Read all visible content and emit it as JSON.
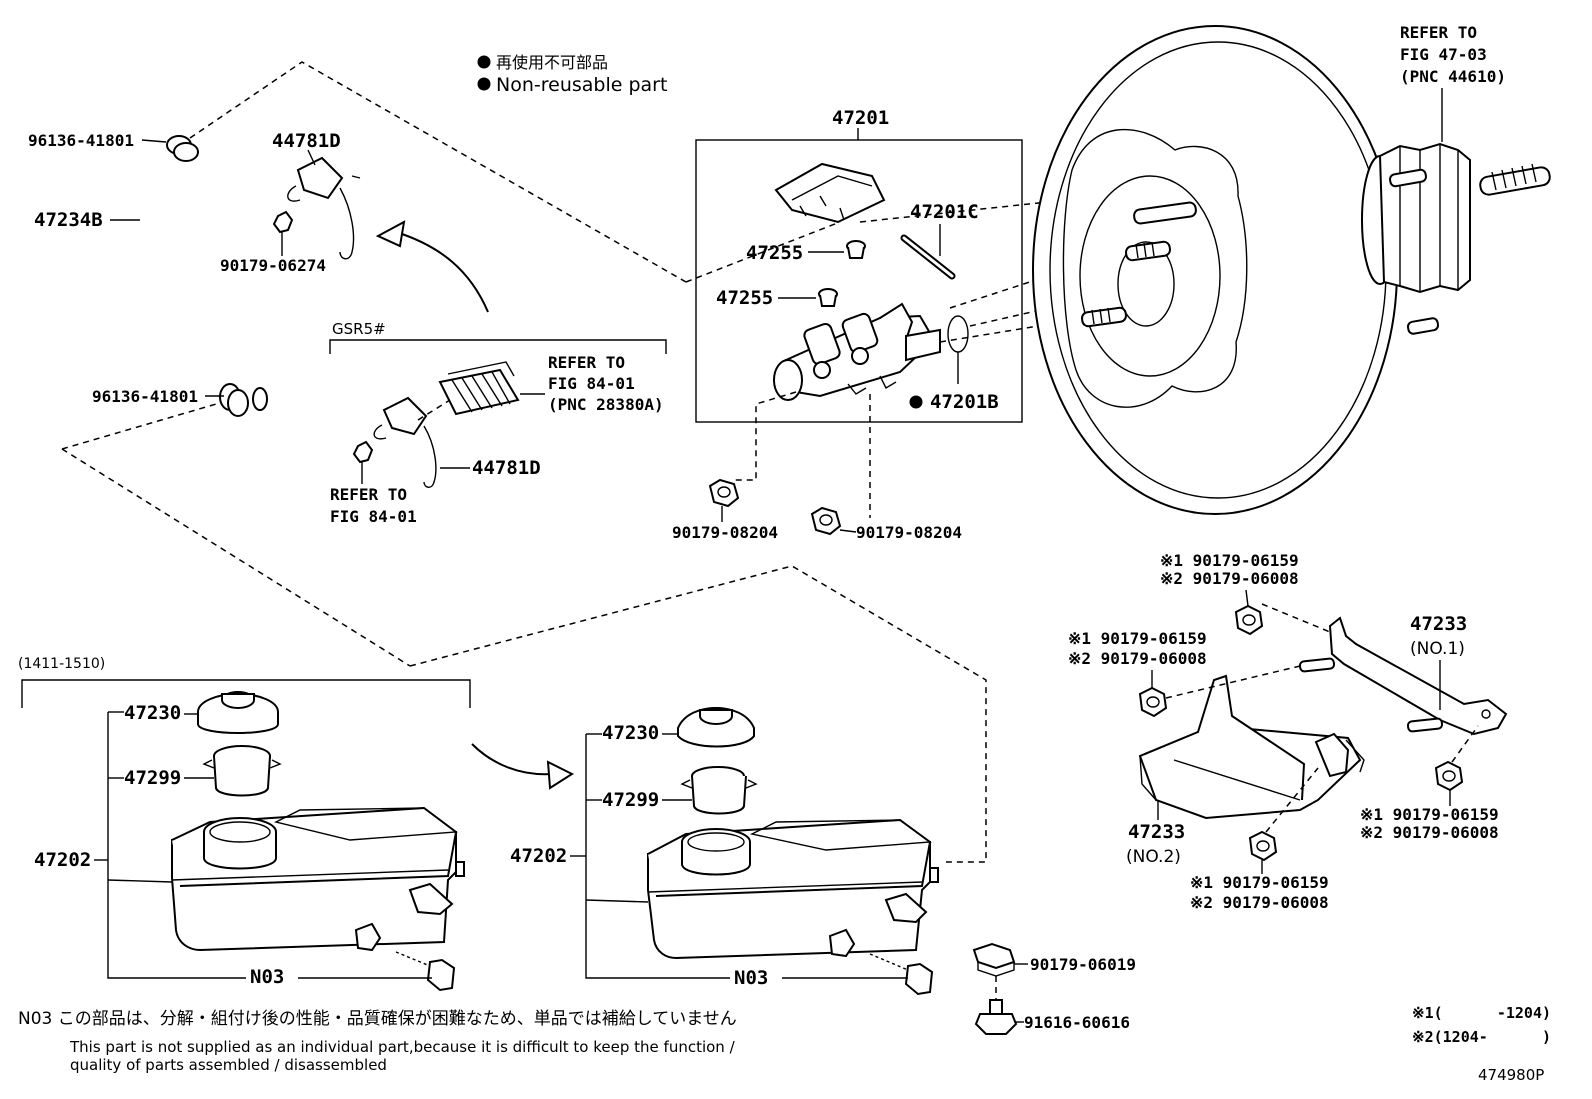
{
  "legend": {
    "jp": "再使用不可部品",
    "en": "Non-reusable part"
  },
  "parts": {
    "p96136_top": "96136-41801",
    "p47234B": "47234B",
    "p44781D_top": "44781D",
    "p90179_06274": "90179-06274",
    "gsr5": "GSR5#",
    "refer_84_01a_1": "REFER TO",
    "refer_84_01a_2": "FIG 84-01",
    "refer_84_01a_3": "(PNC 28380A)",
    "p96136_bottom": "96136-41801",
    "refer_84_01b_1": "REFER TO",
    "refer_84_01b_2": "FIG 84-01",
    "p44781D_bottom": "44781D",
    "p47201": "47201",
    "p47255_a": "47255",
    "p47255_b": "47255",
    "p47201C": "47201C",
    "p47201B": "47201B",
    "p90179_08204_a": "90179-08204",
    "p90179_08204_b": "90179-08204",
    "refer_47_03_1": "REFER TO",
    "refer_47_03_2": "FIG 47-03",
    "refer_47_03_3": "(PNC 44610)",
    "range_1411": "(1411-1510)",
    "p47230_a": "47230",
    "p47299_a": "47299",
    "p47202_a": "47202",
    "n03_a": "N03",
    "p47230_b": "47230",
    "p47299_b": "47299",
    "p47202_b": "47202",
    "n03_b": "N03",
    "p90179_06019": "90179-06019",
    "p91616_60616": "91616-60616",
    "p47233_no1": "47233",
    "no1": "(NO.1)",
    "p47233_no2": "47233",
    "no2": "(NO.2)",
    "nut_a1": "※1 90179-06159",
    "nut_a2": "※2 90179-06008",
    "nut_b1": "※1 90179-06159",
    "nut_b2": "※2 90179-06008",
    "nut_c1": "※1 90179-06159",
    "nut_c2": "※2 90179-06008",
    "nut_d1": "※1 90179-06159",
    "nut_d2": "※2 90179-06008"
  },
  "footnotes": {
    "n03_jp": "N03 この部品は、分解・組付け後の性能・品質確保が困難なため、単品では補給していません",
    "n03_en1": "This part is not supplied as an individual part,because it is difficult to keep the function /",
    "n03_en2": "quality of parts assembled / disassembled",
    "range1": "※1(      -1204)",
    "range2": "※2(1204-      )",
    "figure_id": "474980P"
  }
}
